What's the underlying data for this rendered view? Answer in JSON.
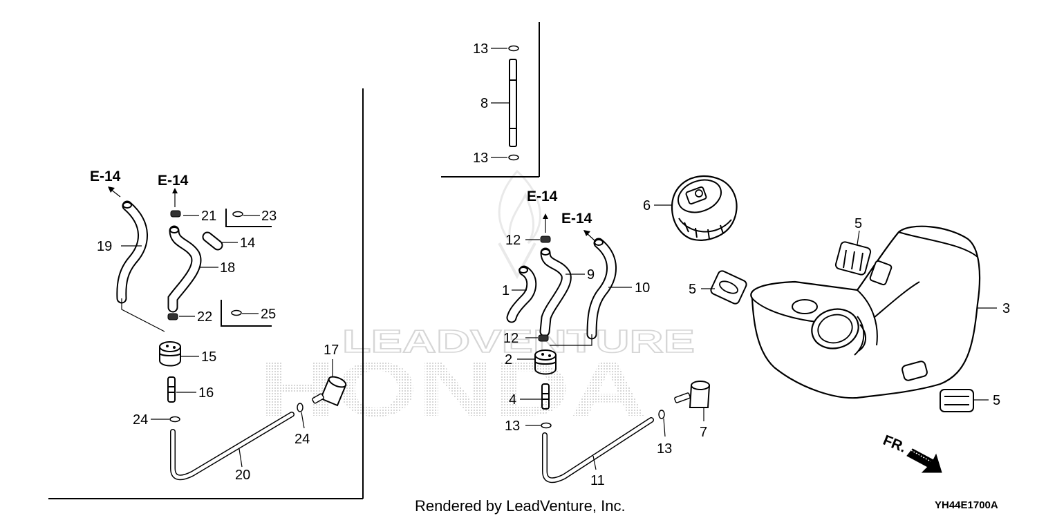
{
  "watermark": {
    "honda": "HONDA",
    "leadventure": "LEADVENTURE"
  },
  "refs": {
    "e14": "E-14",
    "fr": "FR."
  },
  "footer": {
    "rendered_by": "Rendered by LeadVenture, Inc.",
    "diagram_code": "YH44E1700A"
  },
  "callouts": {
    "c1": "1",
    "c2": "2",
    "c3": "3",
    "c4": "4",
    "c5": "5",
    "c6": "6",
    "c7": "7",
    "c8": "8",
    "c9": "9",
    "c10": "10",
    "c11": "11",
    "c12": "12",
    "c13": "13",
    "c14": "14",
    "c15": "15",
    "c16": "16",
    "c17": "17",
    "c18": "18",
    "c19": "19",
    "c20": "20",
    "c21": "21",
    "c22": "22",
    "c23": "23",
    "c24": "24",
    "c25": "25"
  }
}
